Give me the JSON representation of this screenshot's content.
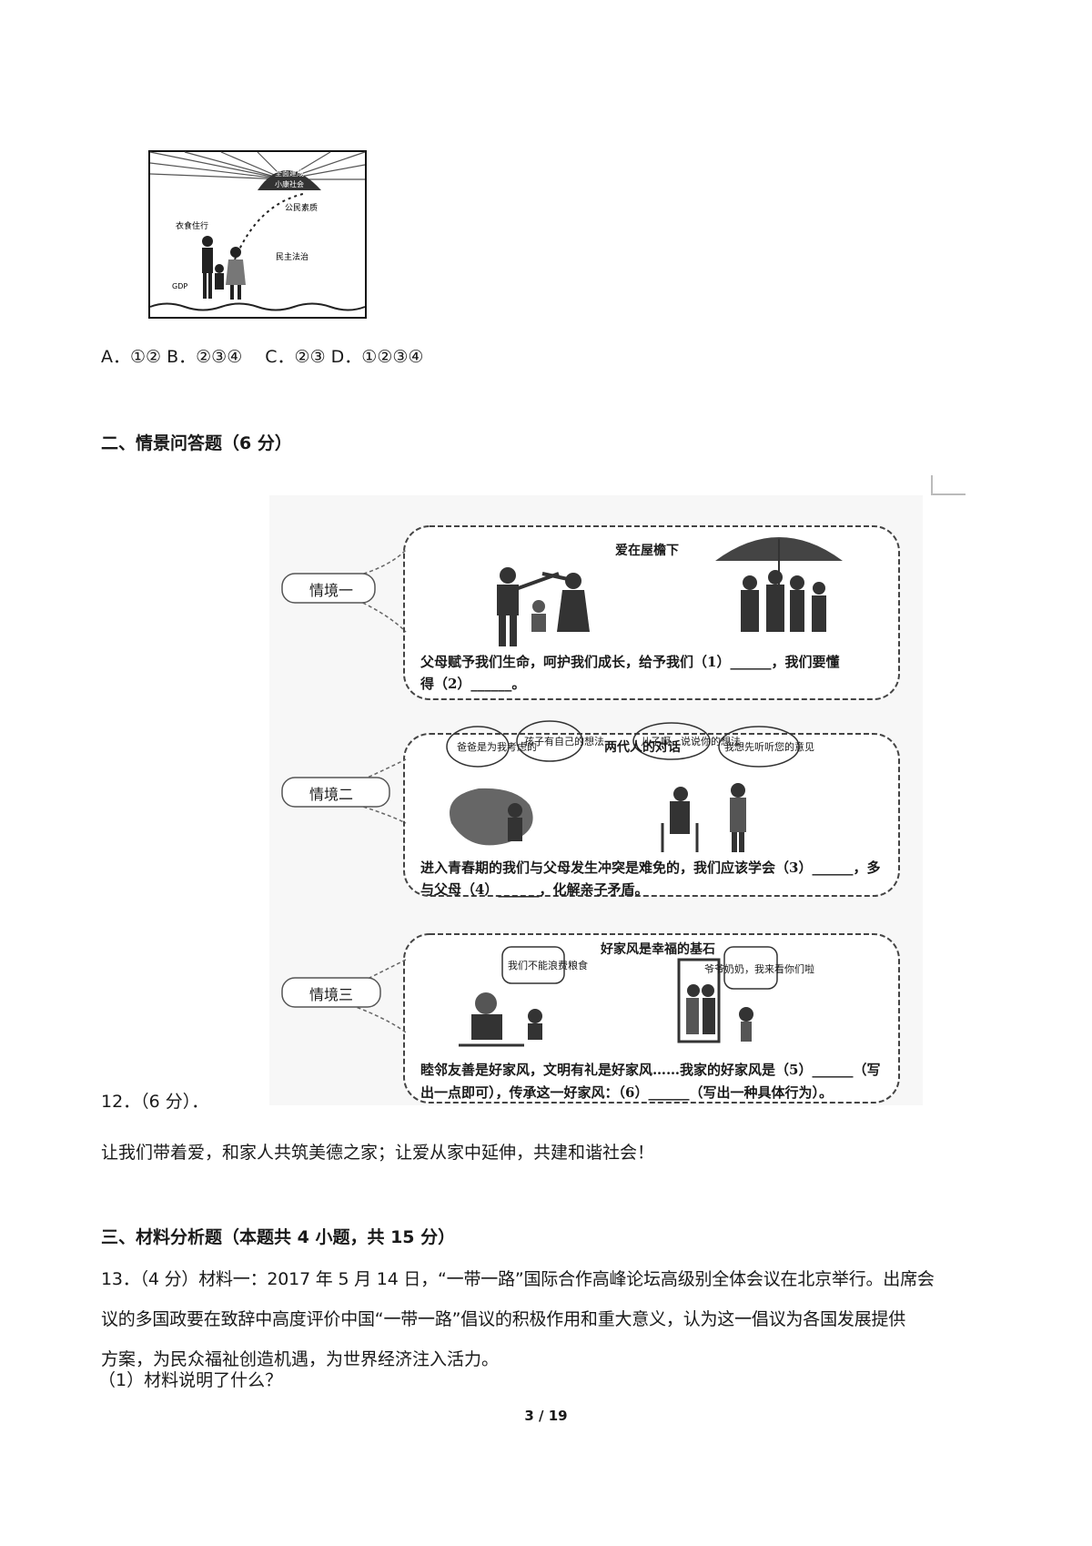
{
  "cartoon": {
    "sun_text_1": "全面建成",
    "sun_text_2": "小康社会",
    "label_1": "衣食住行",
    "label_2": "公民素质",
    "label_3": "民主法治",
    "gdp": "GDP"
  },
  "q11": {
    "options": "A．①② B．②③④　 C．②③ D．①②③④"
  },
  "section2": {
    "heading": "二、情景问答题（6 分）"
  },
  "scenario": {
    "s1": {
      "label": "情境一",
      "title": "爱在屋檐下",
      "line1": "父母赋予我们生命，呵护我们成长，给予我们（1）______，我们要懂",
      "line2": "得（2）______。"
    },
    "s2": {
      "label": "情境二",
      "title": "两代人的对话",
      "b1": "爸爸是为我考虑的",
      "b2": "孩子有自己的想法",
      "b3": "儿子啊，说说你的想法",
      "b4": "我想先听听您的意见",
      "line1": "进入青春期的我们与父母发生冲突是难免的，我们应该学会（3）______，多",
      "line2": "与父母（4）______，化解亲子矛盾。"
    },
    "s3": {
      "label": "情境三",
      "title": "好家风是幸福的基石",
      "b1": "我们不能浪费粮食",
      "b2": "爷爷奶奶，我来看你们啦",
      "line1": "睦邻友善是好家风，文明有礼是好家风……我家的好家风是（5）______（写",
      "line2": "出一点即可），传承这一好家风：（6）______（写出一种具体行为）。"
    }
  },
  "q12": {
    "stem": "12．（6 分）．",
    "closing": "让我们带着爱，和家人共筑美德之家；让爱从家中延伸，共建和谐社会！"
  },
  "section3": {
    "heading": "三、材料分析题（本题共 4 小题，共 15 分）"
  },
  "q13": {
    "line1": "13．（4 分）材料一：2017 年 5 月 14 日，“一带一路”国际合作高峰论坛高级别全体会议在北京举行。出席会",
    "line2": "议的多国政要在致辞中高度评价中国“一带一路”倡议的积极作用和重大意义，认为这一倡议为各国发展提供",
    "line3": "方案，为民众福祉创造机遇，为世界经济注入活力。",
    "sub1": "（1）材料说明了什么？"
  },
  "footer": {
    "page": "3 / 19"
  }
}
